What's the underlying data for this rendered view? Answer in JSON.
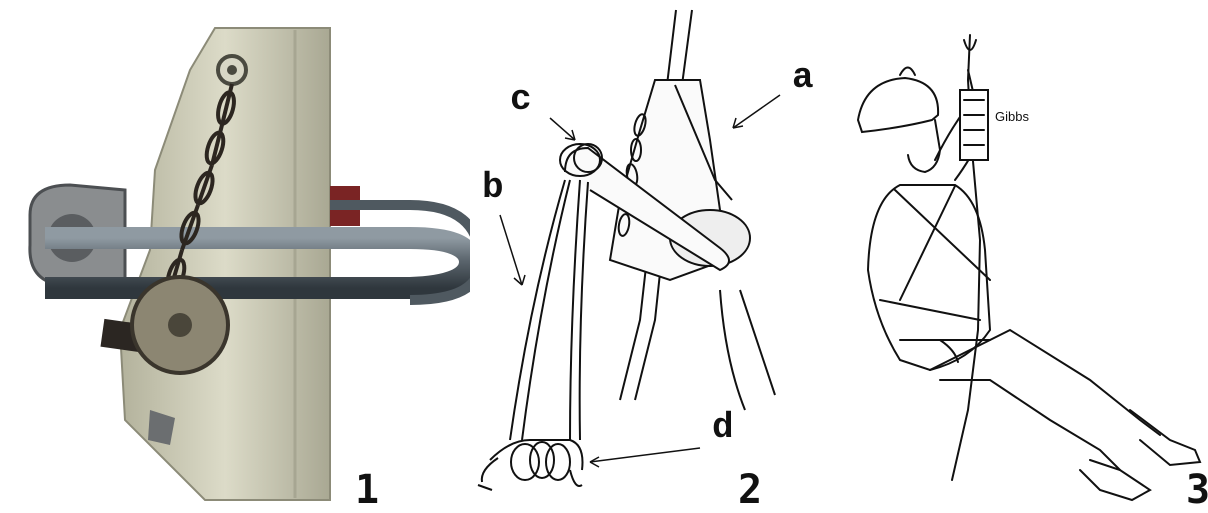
{
  "panels": [
    {
      "number": "1"
    },
    {
      "number": "2",
      "labels": [
        "a",
        "b",
        "c",
        "d"
      ]
    },
    {
      "number": "3",
      "device_label": "Gibbs"
    }
  ],
  "colors": {
    "plate": "#c9c8b4",
    "carabiner": "#5f6a72",
    "chain": "#2c2620",
    "ink": "#111111"
  }
}
